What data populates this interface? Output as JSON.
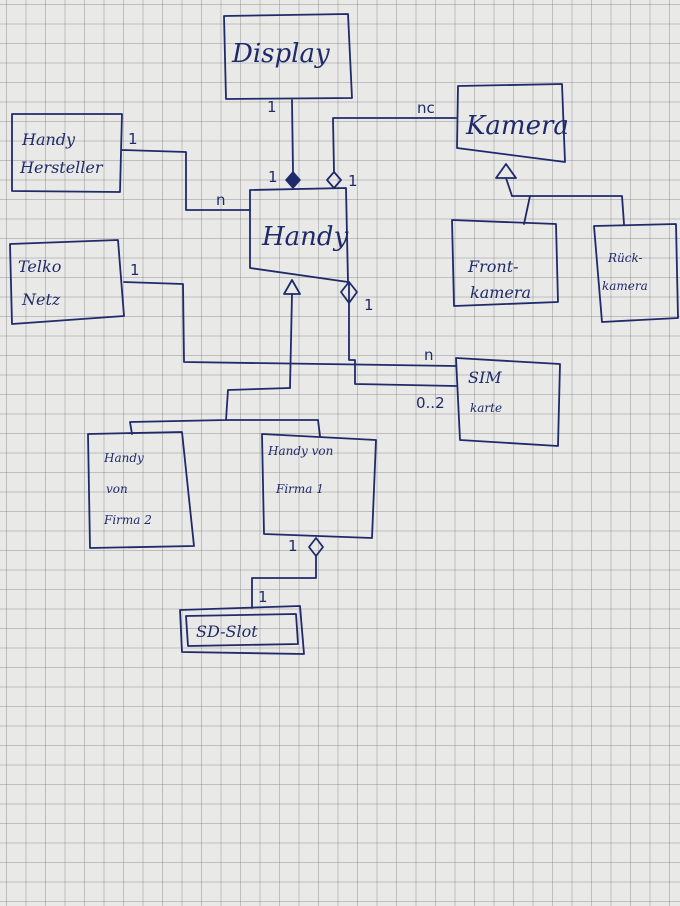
{
  "classes": {
    "display": "Display",
    "kamera": "Kamera",
    "handy_hersteller": [
      "Handy",
      "Hersteller"
    ],
    "handy": "Handy",
    "telko_netz": [
      "Telko",
      "Netz"
    ],
    "frontkamera": [
      "Front-",
      "kamera"
    ],
    "rueckkamera": [
      "Rück-",
      "kamera"
    ],
    "sim_karte": [
      "SIM",
      "karte"
    ],
    "handy_firma2": [
      "Handy",
      "von",
      "Firma 2"
    ],
    "handy_firma1": [
      "Handy von",
      "Firma 1"
    ],
    "sd_slot": "SD-Slot"
  },
  "multiplicities": {
    "display_handy_top": "1",
    "display_handy_bottom": "1",
    "kamera_handy_top": "nc",
    "kamera_handy_bottom": "1",
    "hersteller_handy_near_hersteller": "1",
    "hersteller_handy_near_handy": "n",
    "telko_sim_near_telko": "1",
    "telko_sim_near_sim": "n",
    "handy_sim_near_handy": "1",
    "handy_sim_near_sim": "0..2",
    "firma1_sd_near_firma1": "1",
    "firma1_sd_near_sd": "1"
  },
  "colors": {
    "ink": "#1f2a6b",
    "paper": "#e9e9e7"
  }
}
